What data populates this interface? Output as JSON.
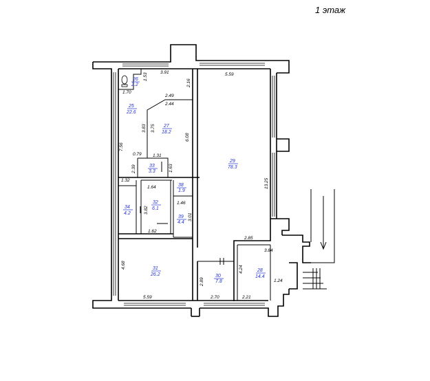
{
  "floor_title": "1 этаж",
  "rooms": [
    {
      "num": "25",
      "area": "22.6"
    },
    {
      "num": "26",
      "area": "2.2"
    },
    {
      "num": "27",
      "area": "18.2"
    },
    {
      "num": "28",
      "area": "14.4"
    },
    {
      "num": "29",
      "area": "78.3"
    },
    {
      "num": "30",
      "area": "7.8"
    },
    {
      "num": "31",
      "area": "26.2"
    },
    {
      "num": "32",
      "area": "6.1"
    },
    {
      "num": "33",
      "area": "3.3"
    },
    {
      "num": "34",
      "area": "4.2"
    },
    {
      "num": "38",
      "area": "1.9"
    },
    {
      "num": "39",
      "area": "4.4"
    }
  ],
  "dimensions": [
    "3.91",
    "5.59",
    "1.53",
    "1.70",
    "2.16",
    "2.49",
    "2.44",
    "3.83",
    "3.75",
    "6.08",
    "7.56",
    "0.79",
    "1.31",
    "2.39",
    "1.63",
    "1.32",
    "1.64",
    "3.82",
    "1.46",
    "3.01",
    "1.62",
    "13.25",
    "2.85",
    "3.84",
    "4.24",
    "4.68",
    "2.89",
    "1.24",
    "5.59",
    "2.70",
    "2.21"
  ]
}
